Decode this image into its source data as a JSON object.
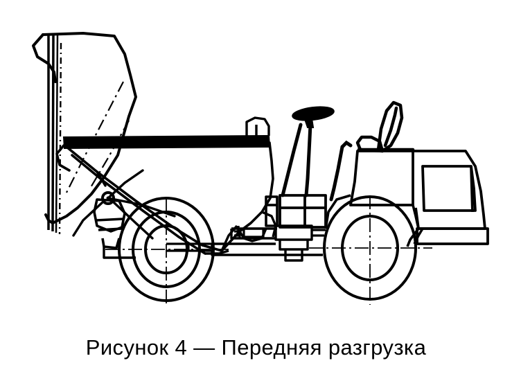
{
  "figure": {
    "caption": "Рисунок 4 — Передняя разгрузка",
    "caption_number": "4",
    "caption_label": "Рисунок",
    "caption_dash": "—",
    "caption_title": "Передняя разгрузка",
    "background_color": "#ffffff",
    "line_color": "#000000",
    "fill_color": "#ffffff",
    "subject": "front-discharge site dumper truck, side elevation line drawing"
  },
  "drawing": {
    "view": "side-elevation",
    "parts": [
      {
        "id": "raised-dump-body",
        "label": "Кузов в поднятом положении",
        "state": "raised"
      },
      {
        "id": "lowered-dump-body",
        "label": "Кузов в опущенном положении",
        "state": "lowered"
      },
      {
        "id": "top-rail",
        "label": "Верхний борт кузова",
        "state": "solid-fill"
      },
      {
        "id": "front-wheel",
        "label": "Переднее колесо",
        "rings": 3
      },
      {
        "id": "rear-wheel",
        "label": "Заднее колесо",
        "rings": 2
      },
      {
        "id": "steering-wheel",
        "label": "Рулевое колесо",
        "state": "solid-fill"
      },
      {
        "id": "steering-column",
        "label": "Рулевая колонка"
      },
      {
        "id": "control-lever",
        "label": "Рычаг управления"
      },
      {
        "id": "operator-seat",
        "label": "Сиденье оператора"
      },
      {
        "id": "engine-hood",
        "label": "Капот двигателя"
      },
      {
        "id": "rear-bumper",
        "label": "Задний бампер"
      },
      {
        "id": "chassis-frame",
        "label": "Рама шасси"
      },
      {
        "id": "hydraulic-cylinder",
        "label": "Гидроцилиндр подъёма"
      },
      {
        "id": "pivot-joint",
        "label": "Шарнир опрокидывания"
      },
      {
        "id": "front-wheel-centerline",
        "label": "Осевая линия переднего колеса",
        "style": "dash-dot"
      },
      {
        "id": "rear-wheel-centerline",
        "label": "Осевая линия заднего колеса",
        "style": "dash-dot"
      },
      {
        "id": "tip-trajectory",
        "label": "Траектория опрокидывания",
        "style": "dash-dot"
      }
    ]
  }
}
